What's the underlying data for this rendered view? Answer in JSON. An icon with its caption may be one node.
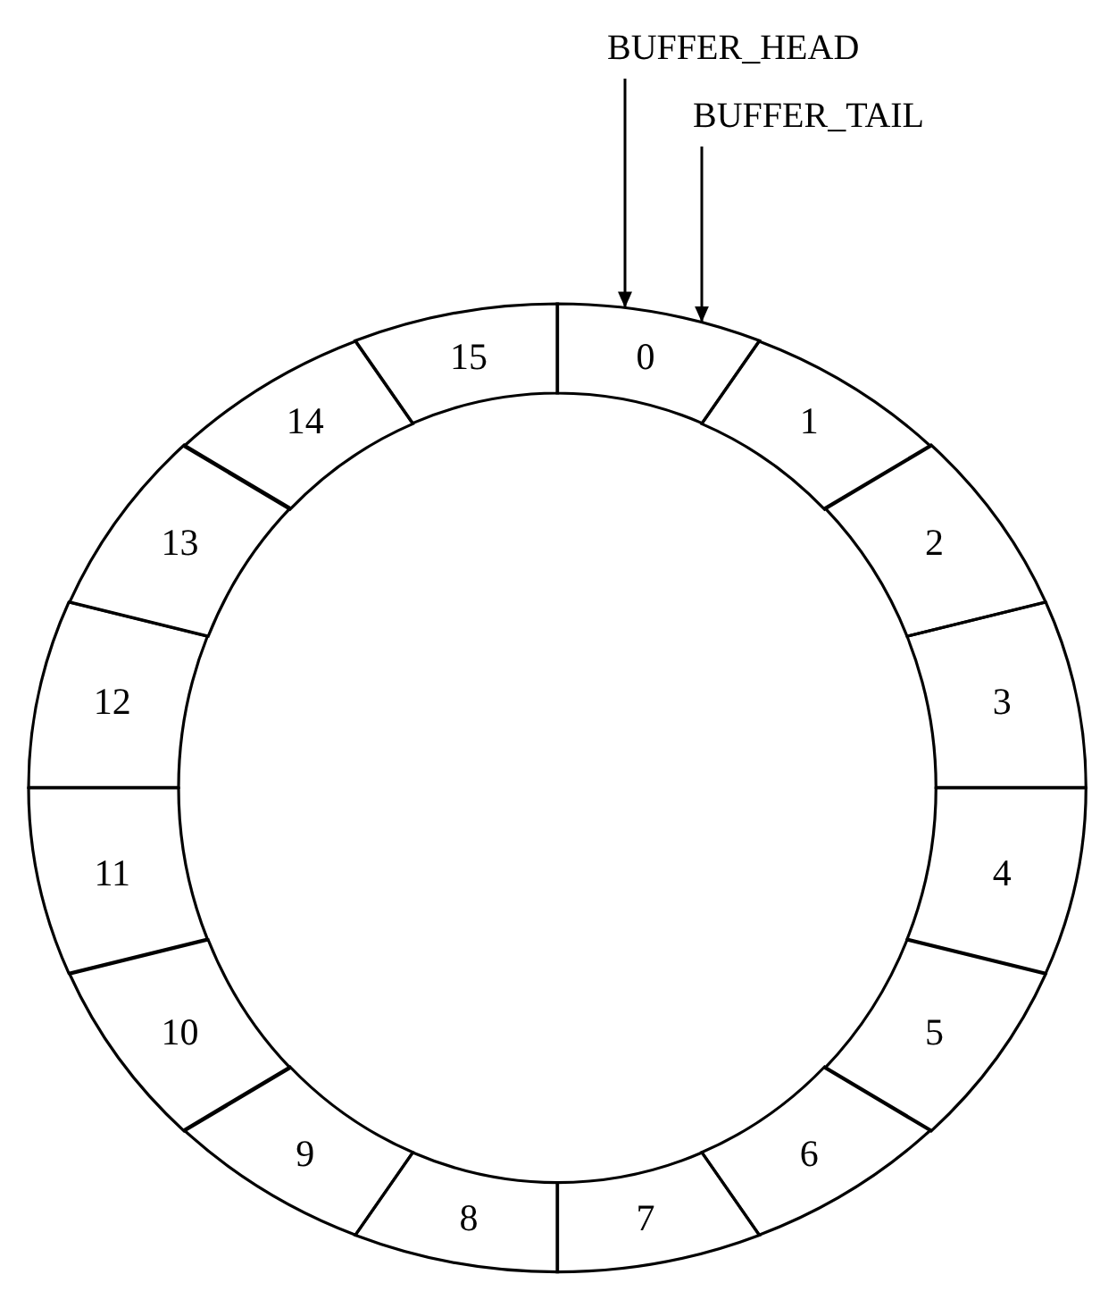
{
  "diagram": {
    "nodes": [
      {
        "text": [
          "BUFFER_HEAD"
        ]
      },
      {
        "text": [
          "BUFFER_TAIL"
        ]
      },
      {
        "text": [
          "0"
        ]
      },
      {
        "text": [
          "1"
        ]
      },
      {
        "text": [
          "2"
        ]
      },
      {
        "text": [
          "3"
        ]
      },
      {
        "text": [
          "4"
        ]
      },
      {
        "text": [
          "5"
        ]
      },
      {
        "text": [
          "6"
        ]
      },
      {
        "text": [
          "7"
        ]
      },
      {
        "text": [
          "8"
        ]
      },
      {
        "text": [
          "9"
        ]
      },
      {
        "text": [
          "10"
        ]
      },
      {
        "text": [
          "11"
        ]
      },
      {
        "text": [
          "12"
        ]
      },
      {
        "text": [
          "13"
        ]
      },
      {
        "text": [
          "14"
        ]
      },
      {
        "text": [
          "15"
        ]
      }
    ],
    "edges": [
      {
        "from": 0,
        "to": 2,
        "arrow": "to"
      },
      {
        "from": 1,
        "to": 2,
        "arrow": "to"
      }
    ]
  }
}
